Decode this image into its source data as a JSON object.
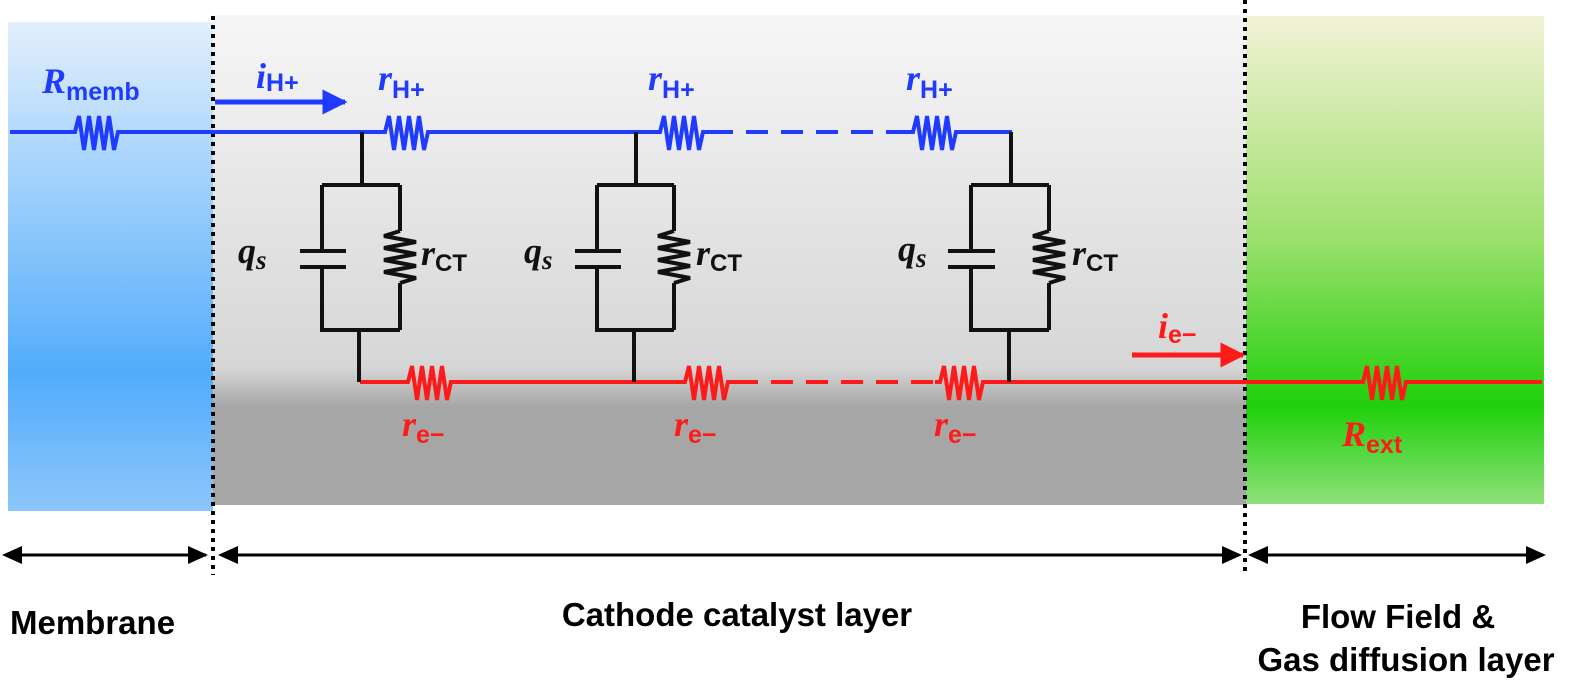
{
  "colors": {
    "proton": "#1f3bff",
    "electron": "#ff1a1a",
    "rc": "#111111",
    "membrane_top": "#e2effc",
    "membrane_bottom": "#52acfb",
    "catalyst_top": "#f6f6f6",
    "catalyst_bottom": "#a6a6a6",
    "gdl_top": "#f3f2d6",
    "gdl_bottom": "#22d00e"
  },
  "labels": {
    "r_memb": {
      "main": "R",
      "sub": "memb"
    },
    "i_h": {
      "main": "i",
      "sub": "H+"
    },
    "r_h": {
      "main": "r",
      "sub": "H+"
    },
    "q_s": {
      "main": "q",
      "sub": "s"
    },
    "r_ct": {
      "main": "r",
      "sub": "CT"
    },
    "r_e": {
      "main": "r",
      "sub": "e−"
    },
    "i_e": {
      "main": "i",
      "sub": "e−"
    },
    "r_ext": {
      "main": "R",
      "sub": "ext"
    }
  },
  "regions": {
    "membrane": "Membrane",
    "catalyst": "Cathode catalyst layer",
    "gdl_line1": "Flow Field &",
    "gdl_line2": "Gas diffusion layer"
  }
}
